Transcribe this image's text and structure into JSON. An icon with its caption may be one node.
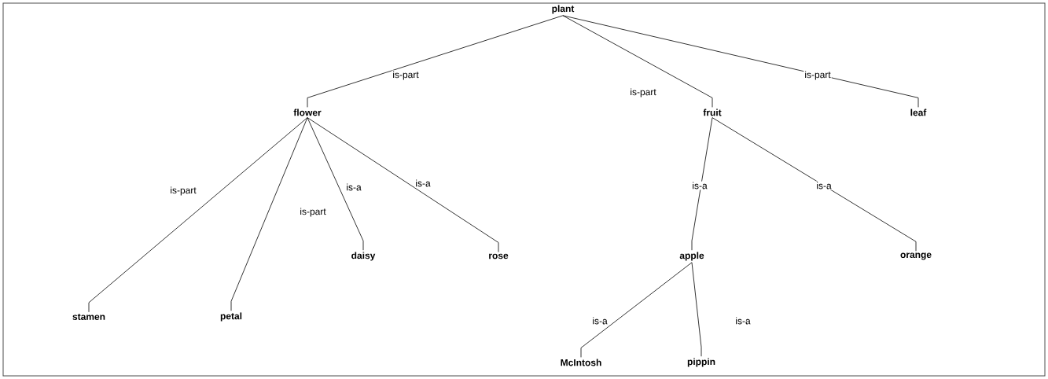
{
  "diagram": {
    "nodes": [
      {
        "text": [
          "plant"
        ]
      },
      {
        "text": [
          "flower"
        ]
      },
      {
        "text": [
          "fruit"
        ]
      },
      {
        "text": [
          "leaf"
        ]
      },
      {
        "text": [
          "stamen"
        ]
      },
      {
        "text": [
          "petal"
        ]
      },
      {
        "text": [
          "daisy"
        ]
      },
      {
        "text": [
          "rose"
        ]
      },
      {
        "text": [
          "apple"
        ]
      },
      {
        "text": [
          "orange"
        ]
      },
      {
        "text": [
          "McIntosh"
        ]
      },
      {
        "text": [
          "pippin"
        ]
      }
    ],
    "edges": [
      {
        "from": 0,
        "to": 1,
        "arrow": "none",
        "label": "is-part"
      },
      {
        "from": 0,
        "to": 2,
        "arrow": "none",
        "label": "is-part"
      },
      {
        "from": 0,
        "to": 3,
        "arrow": "none",
        "label": "is-part"
      },
      {
        "from": 1,
        "to": 4,
        "arrow": "none",
        "label": "is-part"
      },
      {
        "from": 1,
        "to": 5,
        "arrow": "none",
        "label": "is-part"
      },
      {
        "from": 1,
        "to": 6,
        "arrow": "none",
        "label": "is-a"
      },
      {
        "from": 1,
        "to": 7,
        "arrow": "none",
        "label": "is-a"
      },
      {
        "from": 2,
        "to": 8,
        "arrow": "none",
        "label": "is-a"
      },
      {
        "from": 2,
        "to": 9,
        "arrow": "none",
        "label": "is-a"
      },
      {
        "from": 8,
        "to": 10,
        "arrow": "none",
        "label": "is-a"
      },
      {
        "from": 8,
        "to": 11,
        "arrow": "none",
        "label": "is-a"
      }
    ]
  }
}
